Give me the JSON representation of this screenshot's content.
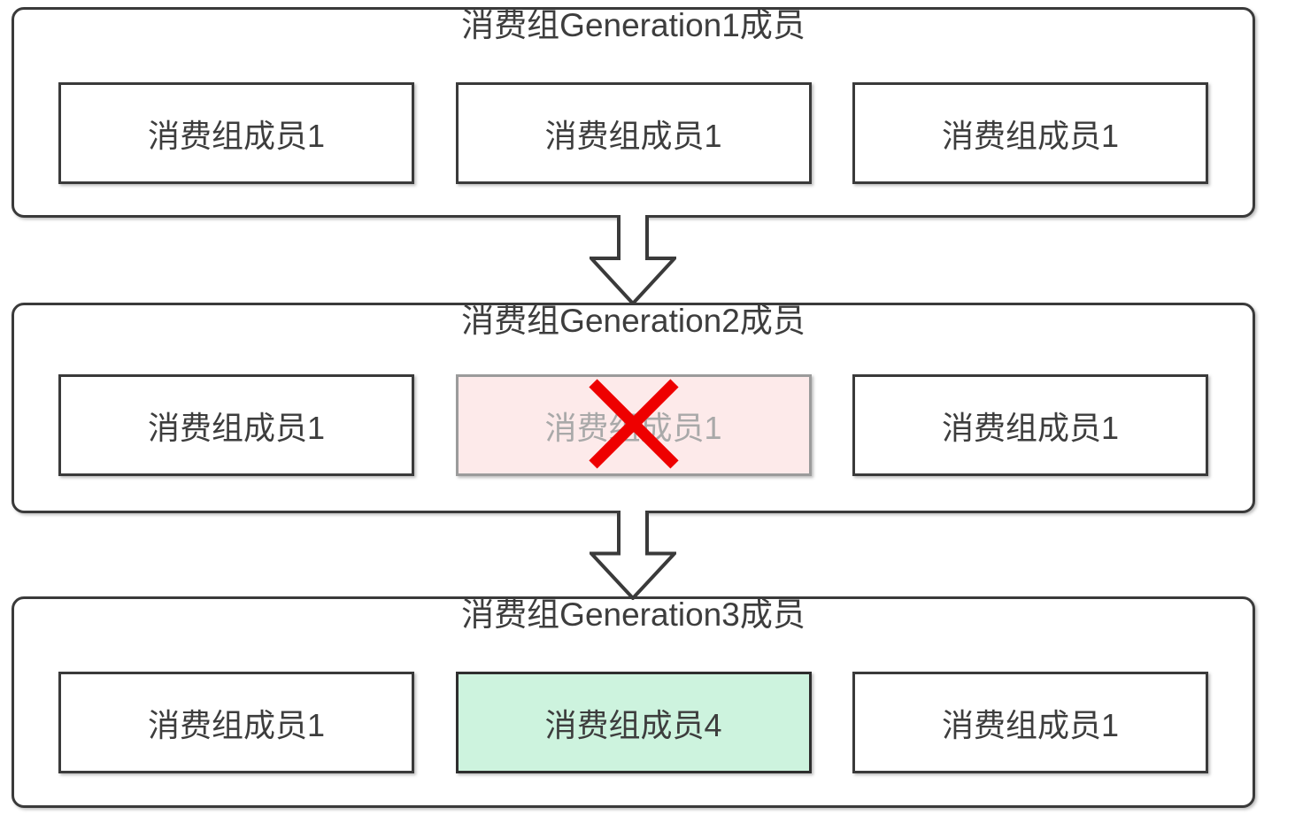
{
  "colors": {
    "box_border": "#3a3a3a",
    "text": "#3d3d3d",
    "removed_bg": "#fdeaea",
    "removed_border": "#9b9b9b",
    "removed_text": "#a9a9a9",
    "cross_red": "#ee0000",
    "added_bg": "#cdf3de"
  },
  "groups": [
    {
      "title": "消费组Generation1成员",
      "members": [
        {
          "label": "消费组成员1",
          "state": "normal"
        },
        {
          "label": "消费组成员1",
          "state": "normal"
        },
        {
          "label": "消费组成员1",
          "state": "normal"
        }
      ]
    },
    {
      "title": "消费组Generation2成员",
      "members": [
        {
          "label": "消费组成员1",
          "state": "normal"
        },
        {
          "label": "消费组成员1",
          "state": "removed"
        },
        {
          "label": "消费组成员1",
          "state": "normal"
        }
      ]
    },
    {
      "title": "消费组Generation3成员",
      "members": [
        {
          "label": "消费组成员1",
          "state": "normal"
        },
        {
          "label": "消费组成员4",
          "state": "added"
        },
        {
          "label": "消费组成员1",
          "state": "normal"
        }
      ]
    }
  ]
}
